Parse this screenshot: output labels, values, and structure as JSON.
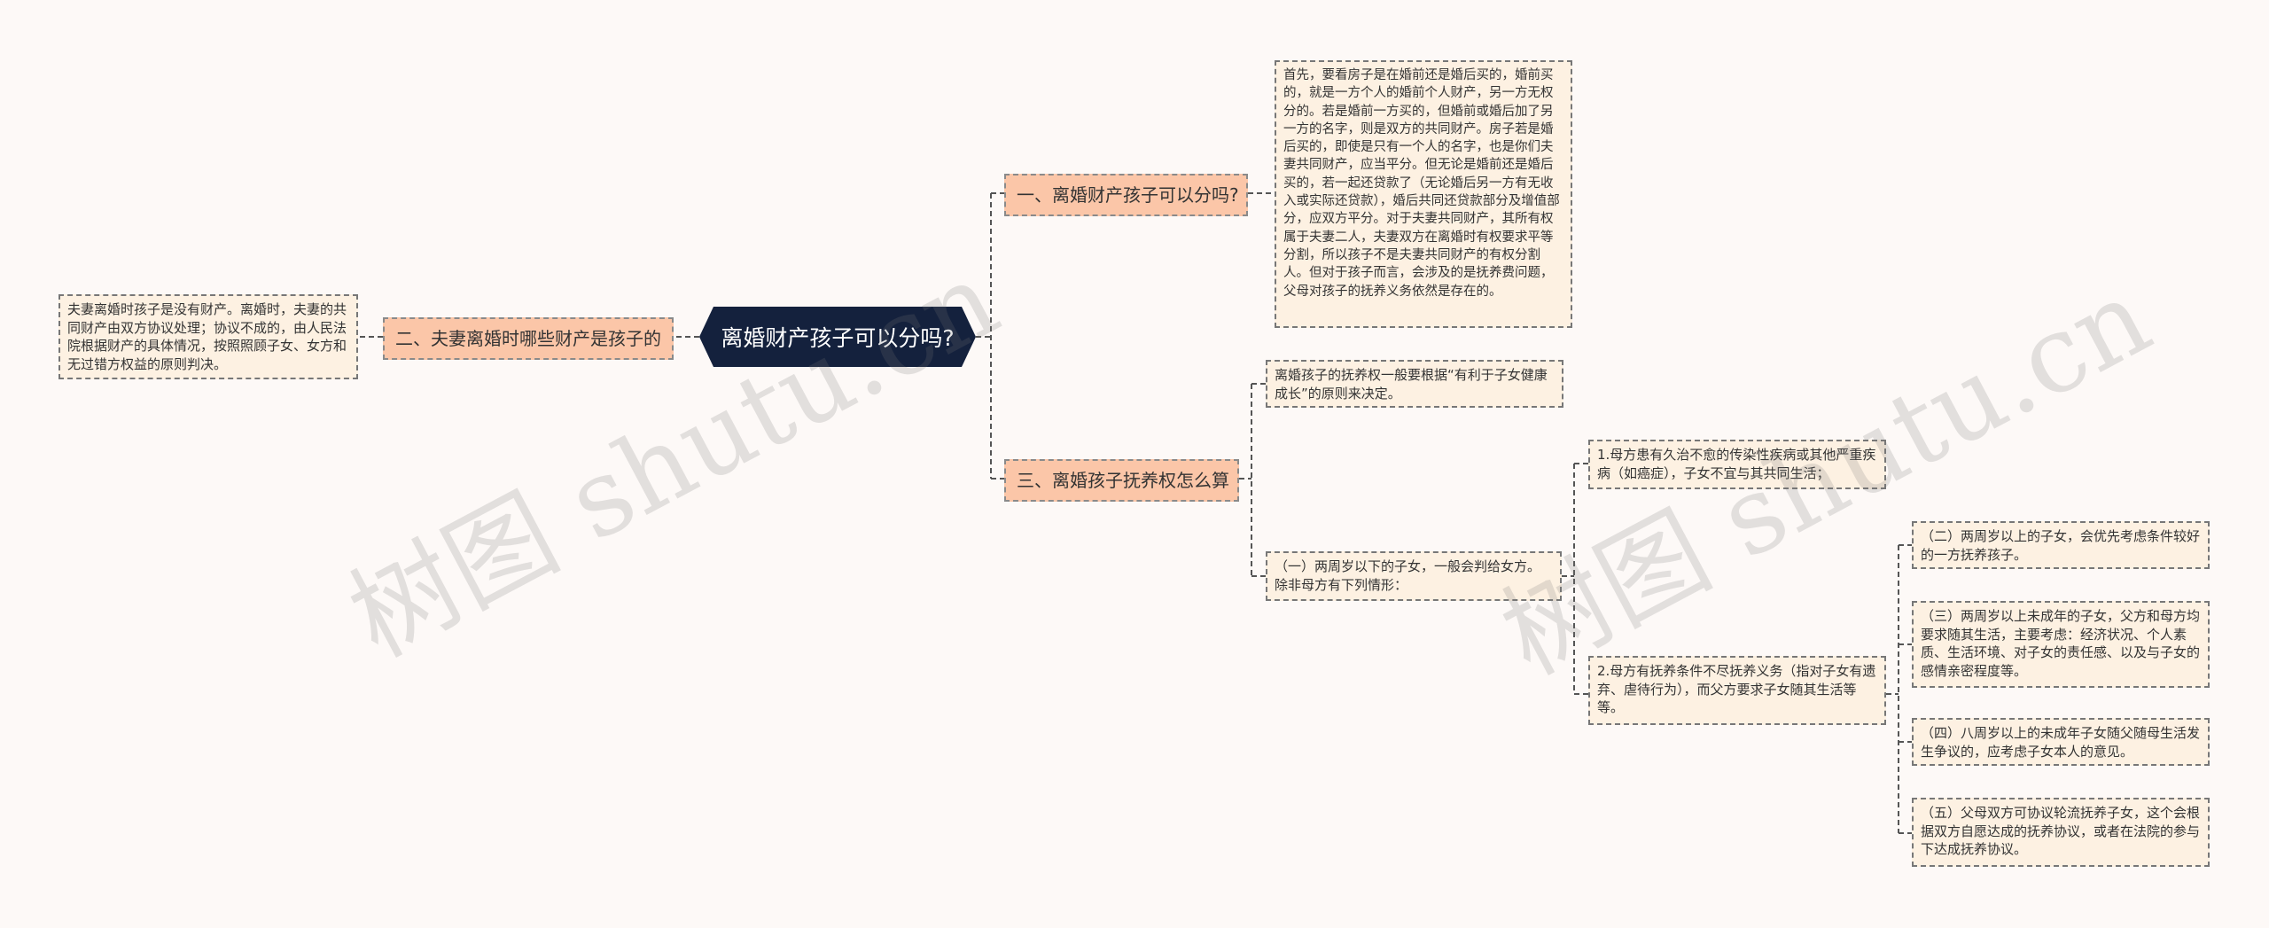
{
  "root": {
    "title": "离婚财产孩子可以分吗?"
  },
  "branches": {
    "b1": "一、离婚财产孩子可以分吗?",
    "b2": "二、夫妻离婚时哪些财产是孩子的",
    "b3": "三、离婚孩子抚养权怎么算"
  },
  "details": {
    "d1": "首先，要看房子是在婚前还是婚后买的，婚前买的，就是一方个人的婚前个人财产，另一方无权分的。若是婚前一方买的，但婚前或婚后加了另一方的名字，则是双方的共同财产。房子若是婚后买的，即使是只有一个人的名字，也是你们夫妻共同财产，应当平分。但无论是婚前还是婚后买的，若一起还贷款了（无论婚后另一方有无收入或实际还贷款），婚后共同还贷款部分及增值部分，应双方平分。对于夫妻共同财产，其所有权属于夫妻二人，夫妻双方在离婚时有权要求平等分割，所以孩子不是夫妻共同财产的有权分割人。但对于孩子而言，会涉及的是抚养费问题，父母对孩子的抚养义务依然是存在的。",
    "d2": "夫妻离婚时孩子是没有财产。离婚时，夫妻的共同财产由双方协议处理；协议不成的，由人民法院根据财产的具体情况，按照照顾子女、女方和无过错方权益的原则判决。",
    "d3a": "离婚孩子的抚养权一般要根据“有利于子女健康成长”的原则来决定。",
    "d3b": "（一）两周岁以下的子女，一般会判给女方。除非母方有下列情形：",
    "d3b1": "1.母方患有久治不愈的传染性疾病或其他严重疾病（如癌症），子女不宜与其共同生活；",
    "d3b2": "2.母方有抚养条件不尽抚养义务（指对子女有遗弃、虐待行为），而父方要求子女随其生活等等。",
    "d3c": "（二）两周岁以上的子女，会优先考虑条件较好的一方抚养孩子。",
    "d3d": "（三）两周岁以上未成年的子女，父方和母方均要求随其生活，主要考虑：经济状况、个人素质、生活环境、对子女的责任感、以及与子女的感情亲密程度等。",
    "d3e": "（四）八周岁以上的未成年子女随父随母生活发生争议的，应考虑子女本人的意见。",
    "d3f": "（五）父母双方可协议轮流抚养子女，这个会根据双方自愿达成的抚养协议，或者在法院的参与下达成抚养协议。"
  },
  "watermark": [
    "树图 shutu.cn",
    "树图 shutu.cn"
  ],
  "colors": {
    "root_bg": "#14213d",
    "branch_bg": "#fbc6a8",
    "leaf_bg": "#fdf1e2",
    "line": "#555555"
  }
}
